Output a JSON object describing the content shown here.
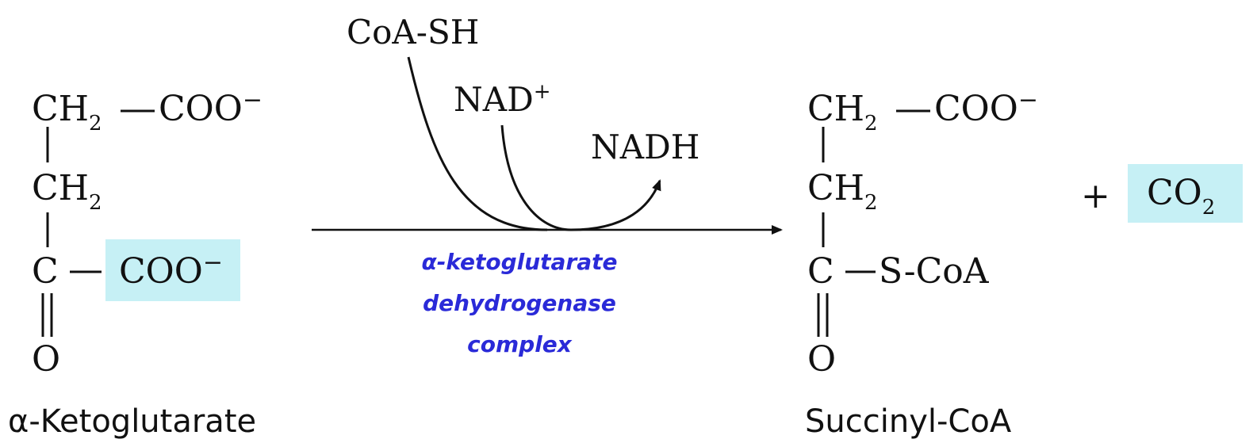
{
  "colors": {
    "highlight": "#c6f0f5",
    "enzyme_text": "#2a2ad8",
    "ink": "#111111"
  },
  "substrate": {
    "ch2_top": "CH",
    "ch2_top_sub": "2",
    "coo_top": "COO",
    "coo_top_charge": "−",
    "ch2_mid": "CH",
    "ch2_mid_sub": "2",
    "c_atom": "C",
    "coo_bottom": "COO",
    "coo_bottom_charge": "−",
    "o_atom": "O",
    "name": "α-Ketoglutarate"
  },
  "reaction": {
    "coa_sh": "CoA-SH",
    "nad_plus": "NAD",
    "nad_plus_sup": "+",
    "nadh": "NADH",
    "enzyme_line1": "α-ketoglutarate",
    "enzyme_line2": "dehydrogenase",
    "enzyme_line3": "complex"
  },
  "product": {
    "ch2_top": "CH",
    "ch2_top_sub": "2",
    "coo_top": "COO",
    "coo_top_charge": "−",
    "ch2_mid": "CH",
    "ch2_mid_sub": "2",
    "c_atom": "C",
    "s_coa": "S-CoA",
    "o_atom": "O",
    "name": "Succinyl-CoA"
  },
  "byproduct": {
    "plus": "+",
    "co2": "CO",
    "co2_sub": "2"
  }
}
